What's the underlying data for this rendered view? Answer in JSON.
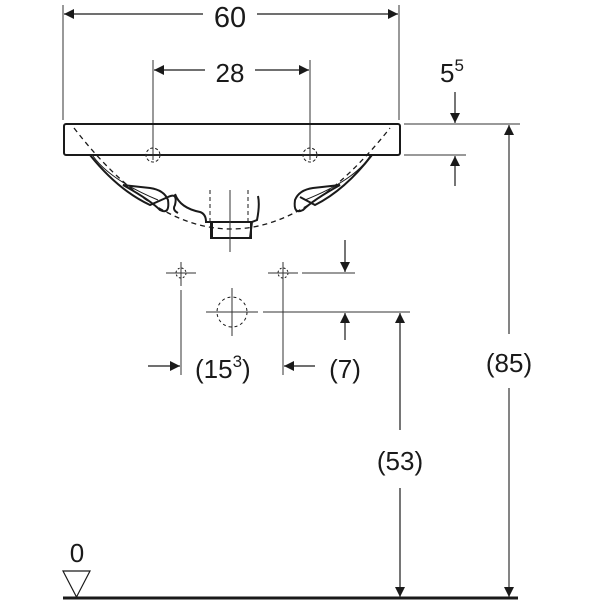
{
  "drawing": {
    "subject": "washbasin dimension drawing",
    "colors": {
      "line": "#1a1a1a",
      "dim": "#333333",
      "background": "#ffffff"
    },
    "dimensions": {
      "width": {
        "label": "60"
      },
      "tap_holes_spacing": {
        "label": "28"
      },
      "rim_thickness": {
        "label": "5",
        "sup": "5"
      },
      "waste_spacing": {
        "label": "(15",
        "sup": "3",
        "close": ")"
      },
      "waste_offset": {
        "label": "(7)"
      },
      "waste_height": {
        "label": "(53)"
      },
      "rim_height": {
        "label": "(85)"
      },
      "floor_level": {
        "label": "0"
      }
    }
  }
}
